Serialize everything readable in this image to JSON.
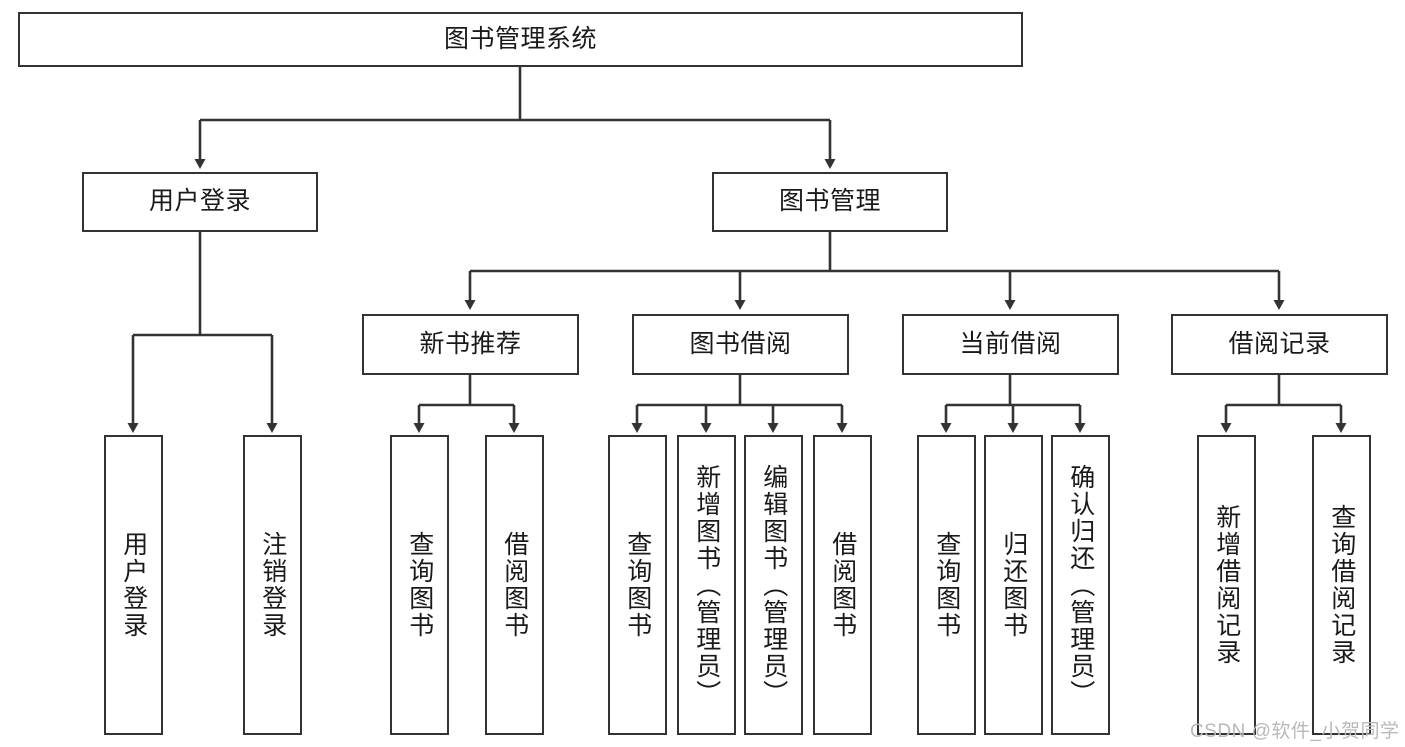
{
  "diagram": {
    "title": "图书管理系统",
    "type": "hierarchy-tree",
    "colors": {
      "background": "#ffffff",
      "box_border": "#333333",
      "box_fill": "#ffffff",
      "text": "#1a1a1a",
      "connector": "#333333",
      "watermark": "#b9b9b9"
    },
    "levels": {
      "root": {
        "label": "图书管理系统"
      },
      "level2": [
        {
          "id": "user-login",
          "label": "用户登录"
        },
        {
          "id": "book-management",
          "label": "图书管理"
        }
      ],
      "level3": [
        {
          "id": "new-book-recommend",
          "label": "新书推荐"
        },
        {
          "id": "book-borrow",
          "label": "图书借阅"
        },
        {
          "id": "current-borrow",
          "label": "当前借阅"
        },
        {
          "id": "borrow-record",
          "label": "借阅记录"
        }
      ],
      "leaves": {
        "user_login": [
          {
            "id": "leaf-user-login",
            "label": "用户登录"
          },
          {
            "id": "leaf-logout-login",
            "label": "注销登录"
          }
        ],
        "new_book_recommend": [
          {
            "id": "leaf-query-book-1",
            "label": "查询图书"
          },
          {
            "id": "leaf-borrow-book-1",
            "label": "借阅图书"
          }
        ],
        "book_borrow": [
          {
            "id": "leaf-query-book-2",
            "label": "查询图书"
          },
          {
            "id": "leaf-add-book",
            "label": "新增图书（管理员）"
          },
          {
            "id": "leaf-edit-book",
            "label": "编辑图书（管理员）"
          },
          {
            "id": "leaf-borrow-book-2",
            "label": "借阅图书"
          }
        ],
        "current_borrow": [
          {
            "id": "leaf-query-book-3",
            "label": "查询图书"
          },
          {
            "id": "leaf-return-book",
            "label": "归还图书"
          },
          {
            "id": "leaf-confirm-return",
            "label": "确认归还（管理员）"
          }
        ],
        "borrow_record": [
          {
            "id": "leaf-add-record",
            "label": "新增借阅记录"
          },
          {
            "id": "leaf-query-record",
            "label": "查询借阅记录"
          }
        ]
      }
    }
  },
  "watermark": {
    "text": "CSDN @软件_小贺同学"
  }
}
